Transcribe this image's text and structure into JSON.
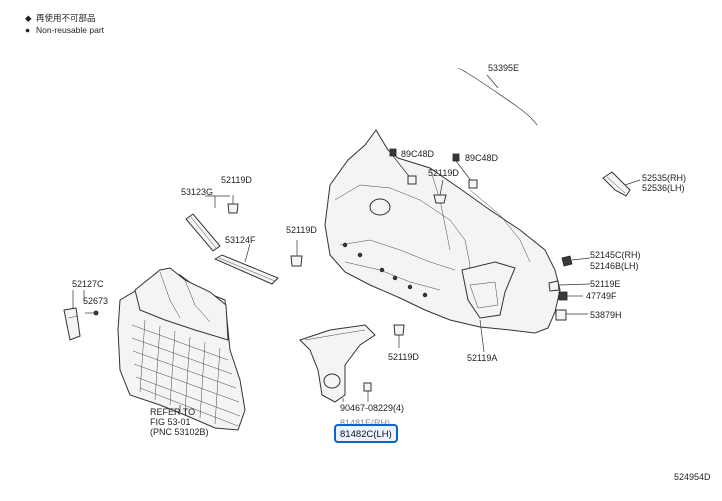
{
  "legend": {
    "items": [
      {
        "symbol": "◆",
        "text": "再使用不可部品"
      },
      {
        "symbol": "●",
        "text": "Non-reusable part"
      }
    ]
  },
  "parts": {
    "p53395E": "53395E",
    "p89C48D_a": "89C48D",
    "p89C48D_b": "89C48D",
    "p52119D_top": "52119D",
    "p52535": "52535(RH)",
    "p52536": "52536(LH)",
    "p53123G": "53123G",
    "p52119D_left": "52119D",
    "p53124F": "53124F",
    "p52119D_mid": "52119D",
    "p52127C": "52127C",
    "p52673": "52673",
    "p52145C": "52145C(RH)",
    "p52146B": "52146B(LH)",
    "p52119E": "52119E",
    "p47749F": "47749F",
    "p53879H": "53879H",
    "p52119D_bottom": "52119D",
    "p52119A": "52119A",
    "refer_1": "REFER TO",
    "refer_2": "FIG 53-01",
    "refer_3": "(PNC 53102B)",
    "p90467": "90467-08229(4)",
    "p81481E": "81481E(RH)",
    "p81482C": "81482C(LH)"
  },
  "footer": {
    "code": "524954D"
  }
}
